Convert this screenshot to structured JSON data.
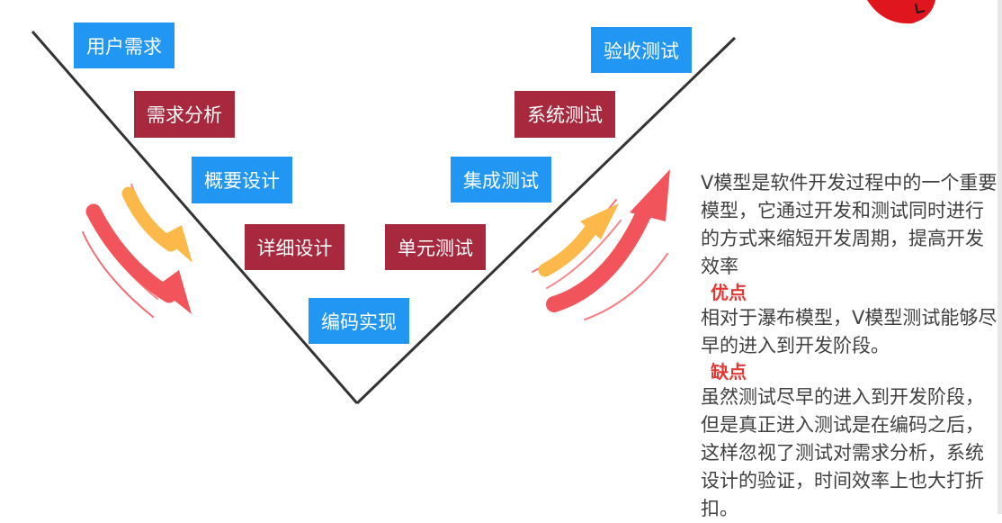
{
  "v_model": {
    "left_arm": {
      "requirements": "用户需求",
      "requirements_analysis": "需求分析",
      "high_level_design": "概要设计",
      "detailed_design": "详细设计"
    },
    "bottom": {
      "coding": "编码实现"
    },
    "right_arm": {
      "unit_test": "单元测试",
      "integration_test": "集成测试",
      "system_test": "系统测试",
      "acceptance_test": "验收测试"
    }
  },
  "description": {
    "intro": "V模型是软件开发过程中的一个重要模型，它通过开发和测试同时进行的方式来缩短开发周期，提高开发效率",
    "pros_heading": "优点",
    "pros_text": "相对于瀑布模型，V模型测试能够尽早的进入到开发阶段。",
    "cons_heading": "缺点",
    "cons_text": "虽然测试尽早的进入到开发阶段，但是真正进入测试是在编码之后，这样忽视了测试对需求分析，系统设计的验证，时间效率上也大打折扣。"
  },
  "colors": {
    "dev_box": "#2196f3",
    "design_box": "#a8283e",
    "arrow_red": "#f2545b",
    "arrow_yellow": "#fcb94a",
    "heading_red": "#e53935",
    "logo_red": "#e0161e"
  }
}
